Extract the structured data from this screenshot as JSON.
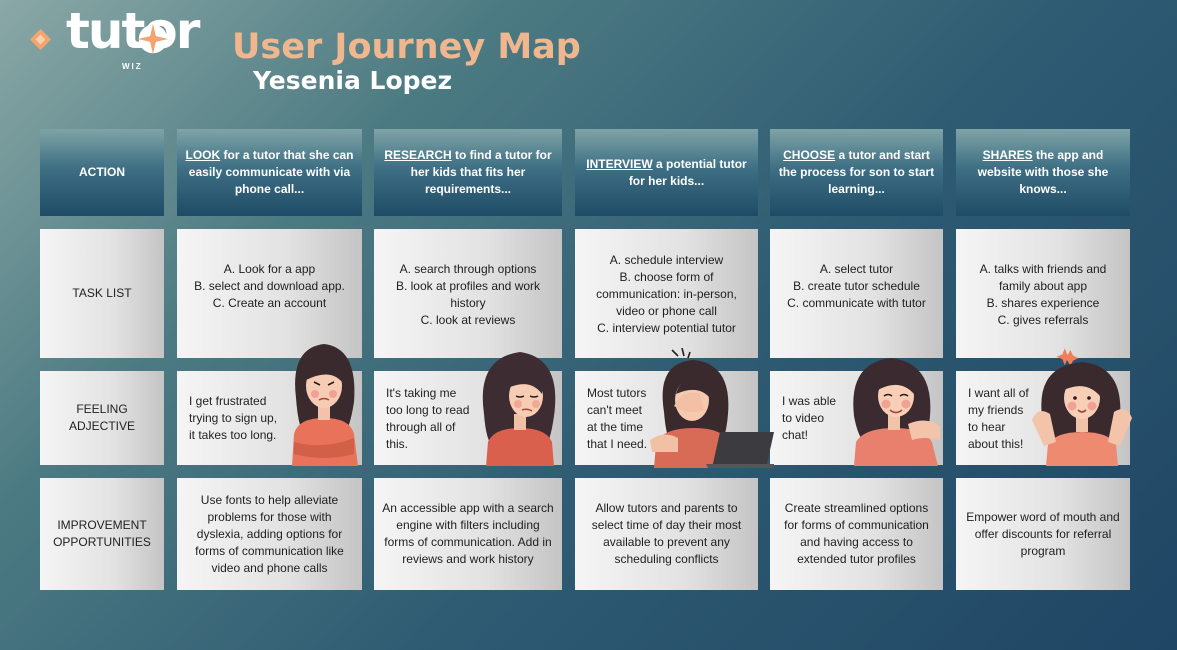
{
  "logo": {
    "word": "tutor",
    "sub": "WIZ",
    "accent": "#f2a56e"
  },
  "title": "User Journey Map",
  "subtitle": "Yesenia Lopez",
  "rows": {
    "action": "ACTION",
    "task": "TASK LIST",
    "feeling": [
      "FEELING",
      "ADJECTIVE"
    ],
    "improvement": [
      "IMPROVEMENT",
      "OPPORTUNITIES"
    ]
  },
  "stages": [
    {
      "keyword": "LOOK",
      "action": " for a tutor that she can easily communicate with via phone call...",
      "tasks": [
        "A. Look for a app",
        "B. select and download app.",
        "C. Create an account"
      ],
      "feeling": [
        "I get frustrated",
        "trying to sign up,",
        "it takes too long."
      ],
      "improvement": "Use fonts to help alleviate problems for those with dyslexia, adding options for forms of communication like video and phone calls"
    },
    {
      "keyword": "RESEARCH",
      "action": " to find a tutor for her kids that fits her requirements...",
      "tasks": [
        "A. search through options",
        "B. look at profiles and work history",
        "C. look at reviews"
      ],
      "feeling": [
        "It's taking me",
        "too long to read",
        "through all of",
        "this."
      ],
      "improvement": "An accessible app with a search engine with filters including forms of communication. Add in reviews and work history"
    },
    {
      "keyword": "INTERVIEW",
      "action": " a potential tutor for her kids...",
      "tasks": [
        "A. schedule interview",
        "B. choose form of communication: in-person, video or phone call",
        "C. interview potential tutor"
      ],
      "feeling": [
        "Most tutors",
        "can't meet",
        "at the time",
        "that I need."
      ],
      "improvement": "Allow tutors and parents to select time of day their most available to prevent any scheduling conflicts"
    },
    {
      "keyword": "CHOOSE",
      "action": " a tutor and start the process for son to start learning...",
      "tasks": [
        "A. select tutor",
        "B. create tutor schedule",
        "C. communicate with tutor"
      ],
      "feeling": [
        "I was able",
        "to video",
        "chat!"
      ],
      "improvement": "Create streamlined options for forms of communication and having access to extended tutor profiles"
    },
    {
      "keyword": "SHARES",
      "action": " the app and website with those she knows...",
      "tasks": [
        "A. talks with friends and family about app",
        "B. shares experience",
        "C. gives referrals"
      ],
      "feeling": [
        "I want all of",
        "my friends",
        "to hear",
        "about this!"
      ],
      "improvement": "Empower word of mouth and offer discounts for referral program"
    }
  ],
  "illustrations": [
    {
      "icon": "frustrated-woman-icon",
      "shirt": "#e8735a"
    },
    {
      "icon": "tired-woman-icon",
      "shirt": "#d9604c"
    },
    {
      "icon": "stressed-woman-laptop-icon",
      "shirt": "#d86b56"
    },
    {
      "icon": "happy-woman-icon",
      "shirt": "#e9806d"
    },
    {
      "icon": "excited-woman-icon",
      "shirt": "#ee8a70"
    }
  ]
}
